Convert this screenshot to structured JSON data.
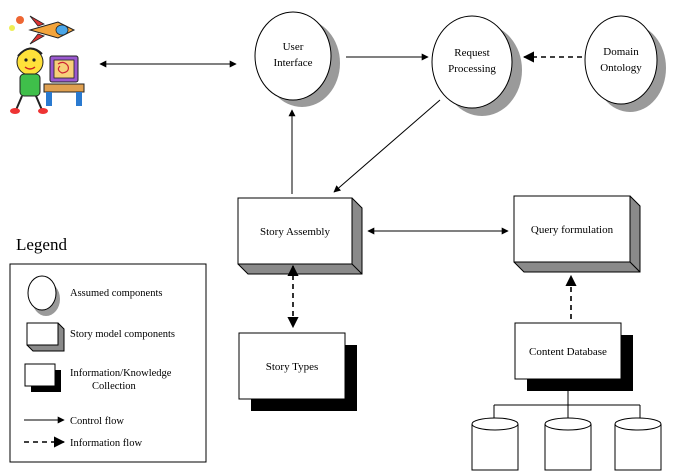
{
  "nodes": {
    "user_interface": [
      "User",
      "Interface"
    ],
    "request_processing": [
      "Request",
      "Processing"
    ],
    "domain_ontology": [
      "Domain",
      "Ontology"
    ],
    "story_assembly": "Story Assembly",
    "query_formulation": "Query formulation",
    "story_types": "Story Types",
    "content_database": "Content Database"
  },
  "legend": {
    "title": "Legend",
    "assumed": "Assumed components",
    "story_model": "Story model components",
    "info_collection": [
      "Information/Knowledge",
      "Collection"
    ],
    "control_flow": "Control flow",
    "information_flow": "Information flow"
  },
  "icons": {
    "user": "user-at-computer-clipart",
    "database": "cylinder-database-icon"
  }
}
